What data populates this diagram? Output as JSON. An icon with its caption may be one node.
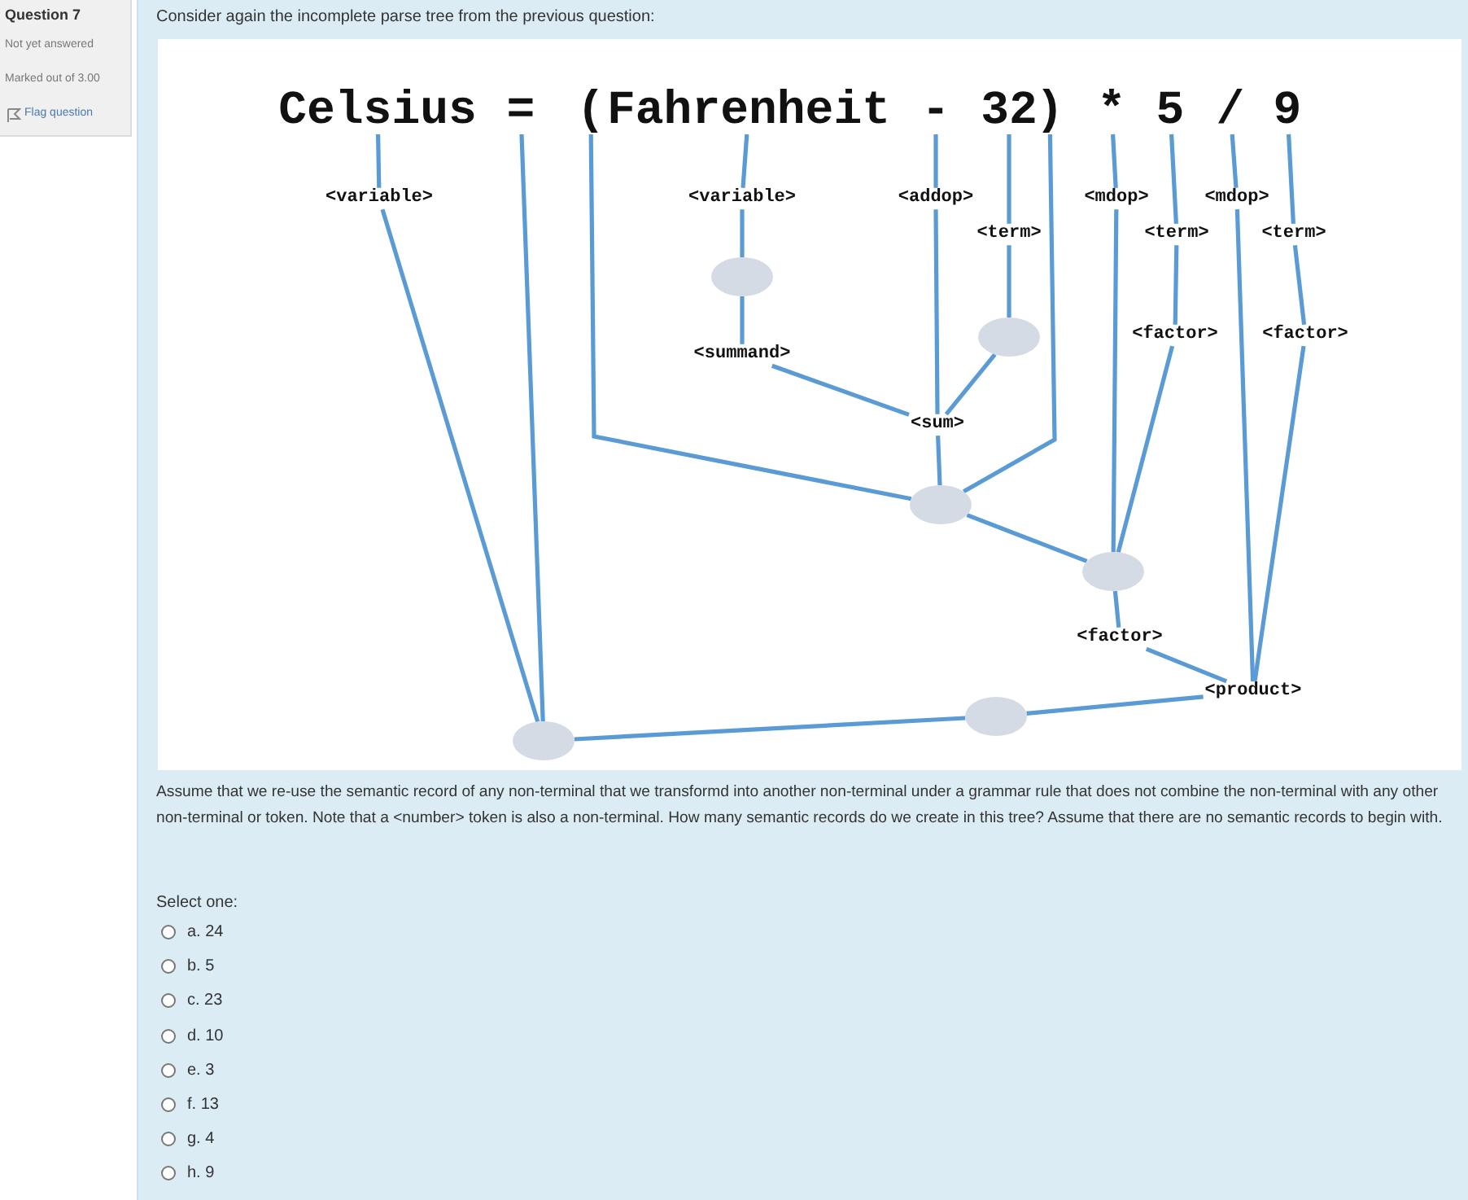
{
  "diagram": {
    "nodes": [
      {
        "text": [
          "Celsius"
        ]
      },
      {
        "text": [
          "="
        ]
      },
      {
        "text": [
          "("
        ]
      },
      {
        "text": [
          "Fahrenheit"
        ]
      },
      {
        "text": [
          "-"
        ]
      },
      {
        "text": [
          "32"
        ]
      },
      {
        "text": [
          ")"
        ]
      },
      {
        "text": [
          "*"
        ]
      },
      {
        "text": [
          "5"
        ]
      },
      {
        "text": [
          "/"
        ]
      },
      {
        "text": [
          "9"
        ]
      },
      {
        "text": [
          "<variable>"
        ]
      },
      {
        "text": [
          "<variable>"
        ]
      },
      {
        "text": [
          "<addop>"
        ]
      },
      {
        "text": [
          "<mdop>"
        ]
      },
      {
        "text": [
          "<mdop>"
        ]
      },
      {
        "text": [
          "<term>"
        ]
      },
      {
        "text": [
          "<term>"
        ]
      },
      {
        "text": [
          "<term>"
        ]
      },
      {
        "text": [],
        "shape": "ellipse"
      },
      {
        "text": [],
        "shape": "ellipse"
      },
      {
        "text": [
          "<factor>"
        ]
      },
      {
        "text": [
          "<factor>"
        ]
      },
      {
        "text": [
          "<summand>"
        ]
      },
      {
        "text": [
          "<sum>"
        ]
      },
      {
        "text": [],
        "shape": "ellipse"
      },
      {
        "text": [],
        "shape": "ellipse"
      },
      {
        "text": [
          "<factor>"
        ]
      },
      {
        "text": [
          "<product>"
        ]
      },
      {
        "text": [],
        "shape": "ellipse"
      },
      {
        "text": [],
        "shape": "ellipse"
      }
    ],
    "edges": [
      {
        "from": 0,
        "to": 11,
        "arrow": "none"
      },
      {
        "from": 11,
        "to": 30,
        "arrow": "none"
      },
      {
        "from": 1,
        "to": 30,
        "arrow": "none"
      },
      {
        "from": 2,
        "to": 25,
        "arrow": "none"
      },
      {
        "from": 3,
        "to": 12,
        "arrow": "none"
      },
      {
        "from": 12,
        "to": 19,
        "arrow": "none"
      },
      {
        "from": 19,
        "to": 23,
        "arrow": "none"
      },
      {
        "from": 23,
        "to": 24,
        "arrow": "none"
      },
      {
        "from": 4,
        "to": 13,
        "arrow": "none"
      },
      {
        "from": 13,
        "to": 24,
        "arrow": "none"
      },
      {
        "from": 5,
        "to": 16,
        "arrow": "none"
      },
      {
        "from": 16,
        "to": 20,
        "arrow": "none"
      },
      {
        "from": 20,
        "to": 24,
        "arrow": "none"
      },
      {
        "from": 24,
        "to": 25,
        "arrow": "none"
      },
      {
        "from": 6,
        "to": 25,
        "arrow": "none"
      },
      {
        "from": 25,
        "to": 26,
        "arrow": "none"
      },
      {
        "from": 7,
        "to": 14,
        "arrow": "none"
      },
      {
        "from": 14,
        "to": 26,
        "arrow": "none"
      },
      {
        "from": 8,
        "to": 17,
        "arrow": "none"
      },
      {
        "from": 17,
        "to": 21,
        "arrow": "none"
      },
      {
        "from": 21,
        "to": 26,
        "arrow": "none"
      },
      {
        "from": 26,
        "to": 27,
        "arrow": "none"
      },
      {
        "from": 27,
        "to": 28,
        "arrow": "none"
      },
      {
        "from": 9,
        "to": 15,
        "arrow": "none"
      },
      {
        "from": 15,
        "to": 28,
        "arrow": "none"
      },
      {
        "from": 10,
        "to": 18,
        "arrow": "none"
      },
      {
        "from": 18,
        "to": 22,
        "arrow": "none"
      },
      {
        "from": 22,
        "to": 28,
        "arrow": "none"
      },
      {
        "from": 28,
        "to": 29,
        "arrow": "none"
      },
      {
        "from": 29,
        "to": 30,
        "arrow": "none"
      }
    ],
    "labels": [
      "Question 7",
      "Not yet answered",
      "Marked out of 3.00",
      "Flag question",
      "Consider again the incomplete parse tree from the previous question:",
      "Assume that we re-use the semantic record of any non-terminal that we transformd into another non-terminal under a grammar rule that does not combine the non-terminal with any other non-terminal or token. Note that a <number> token is also a non-terminal. How many semantic records do we create in this tree? Assume that there are no semantic records to begin with.",
      "Select one:",
      "a. 24",
      "b. 5",
      "c. 23",
      "d. 10",
      "e. 3",
      "f. 13",
      "g. 4",
      "h. 9"
    ]
  }
}
